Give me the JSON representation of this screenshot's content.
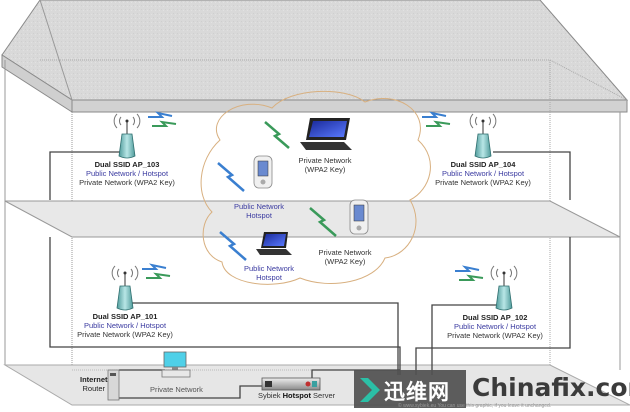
{
  "diagram": {
    "title": "Dual SSID Hotspot Network Diagram",
    "access_points": [
      {
        "id": "ap103",
        "name": "Dual SSID AP_103",
        "ssid_public": "Public Network / Hotspot",
        "ssid_private": "Private Network (WPA2 Key)",
        "floor": "upper",
        "side": "left"
      },
      {
        "id": "ap104",
        "name": "Dual SSID AP_104",
        "ssid_public": "Public Network / Hotspot",
        "ssid_private": "Private Network (WPA2 Key)",
        "floor": "upper",
        "side": "right"
      },
      {
        "id": "ap101",
        "name": "Dual SSID AP_101",
        "ssid_public": "Public Network / Hotspot",
        "ssid_private": "Private Network (WPA2 Key)",
        "floor": "lower",
        "side": "left"
      },
      {
        "id": "ap102",
        "name": "Dual SSID AP_102",
        "ssid_public": "Public Network / Hotspot",
        "ssid_private": "Private Network (WPA2 Key)",
        "floor": "lower",
        "side": "right"
      }
    ],
    "clients": [
      {
        "id": "laptop-private",
        "type": "laptop",
        "line1": "Private Network",
        "line2": "(WPA2 Key)",
        "network": "private"
      },
      {
        "id": "pda-public",
        "type": "pda",
        "line1": "Public Network",
        "line2": "Hotspot",
        "network": "public"
      },
      {
        "id": "pda-private",
        "type": "pda",
        "line1": "Private Network",
        "line2": "(WPA2 Key)",
        "network": "private"
      },
      {
        "id": "laptop-public",
        "type": "laptop",
        "line1": "Public Network",
        "line2": "Hotspot",
        "network": "public"
      }
    ],
    "infrastructure": {
      "router_line1": "Internet",
      "router_line2": "Router",
      "desktop_label": "Private Network",
      "server_prefix": "Sybiek ",
      "server_bold": "Hotspot",
      "server_suffix": " Server"
    },
    "colors": {
      "public_signal": "#3a7fd0",
      "private_signal": "#3a9a5a",
      "public_text": "#3a3aa0",
      "cloud_outline": "#d8b080",
      "roof": "#d6d6d6",
      "floor_slab": "#e4e4e4",
      "cable": "#444444"
    }
  },
  "watermark": {
    "cn_text": "迅维网",
    "en_text": "Chinafix.com",
    "copyright": "© www.sybiek.eu  You can use this graphic, if you leave it unchanged."
  }
}
